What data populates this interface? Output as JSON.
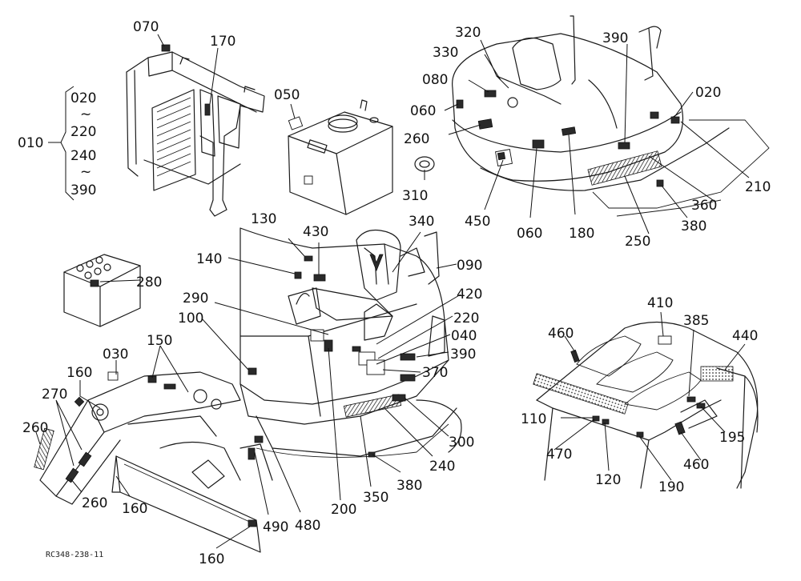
{
  "callouts": [
    {
      "text": "070"
    },
    {
      "text": "170"
    },
    {
      "text": "020"
    },
    {
      "text": "~"
    },
    {
      "text": "220"
    },
    {
      "text": "010"
    },
    {
      "text": "240"
    },
    {
      "text": "~"
    },
    {
      "text": "390"
    },
    {
      "text": "050"
    },
    {
      "text": "320"
    },
    {
      "text": "330"
    },
    {
      "text": "390"
    },
    {
      "text": "080"
    },
    {
      "text": "060"
    },
    {
      "text": "020"
    },
    {
      "text": "260"
    },
    {
      "text": "310"
    },
    {
      "text": "450"
    },
    {
      "text": "060"
    },
    {
      "text": "180"
    },
    {
      "text": "210"
    },
    {
      "text": "360"
    },
    {
      "text": "250"
    },
    {
      "text": "380"
    },
    {
      "text": "130"
    },
    {
      "text": "430"
    },
    {
      "text": "340"
    },
    {
      "text": "140"
    },
    {
      "text": "090"
    },
    {
      "text": "280"
    },
    {
      "text": "290"
    },
    {
      "text": "420"
    },
    {
      "text": "100"
    },
    {
      "text": "220"
    },
    {
      "text": "040"
    },
    {
      "text": "390"
    },
    {
      "text": "030"
    },
    {
      "text": "150"
    },
    {
      "text": "370"
    },
    {
      "text": "160"
    },
    {
      "text": "270"
    },
    {
      "text": "300"
    },
    {
      "text": "260"
    },
    {
      "text": "240"
    },
    {
      "text": "260"
    },
    {
      "text": "160"
    },
    {
      "text": "350"
    },
    {
      "text": "380"
    },
    {
      "text": "200"
    },
    {
      "text": "480"
    },
    {
      "text": "490"
    },
    {
      "text": "160"
    },
    {
      "text": "410"
    },
    {
      "text": "460"
    },
    {
      "text": "385"
    },
    {
      "text": "440"
    },
    {
      "text": "110"
    },
    {
      "text": "195"
    },
    {
      "text": "470"
    },
    {
      "text": "460"
    },
    {
      "text": "120"
    },
    {
      "text": "190"
    }
  ],
  "drawing_code": "RC348-238-11"
}
